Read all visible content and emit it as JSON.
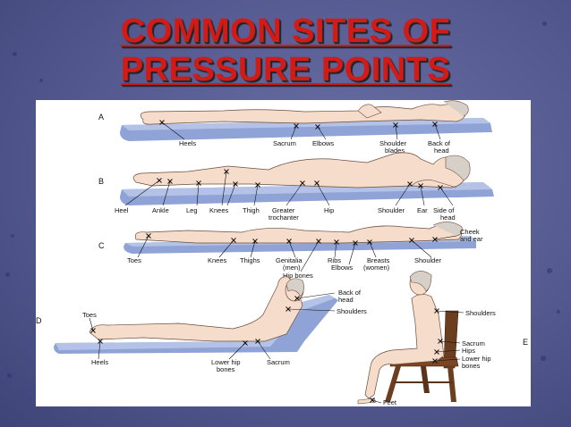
{
  "slide": {
    "title_line1": "COMMON SITES OF",
    "title_line2": "PRESSURE POINTS"
  },
  "panels": {
    "a": {
      "letter": "A",
      "labels": {
        "heels": "Heels",
        "sacrum": "Sacrum",
        "elbows": "Elbows",
        "shoulder1": "Shoulder",
        "shoulder2": "blades",
        "back1": "Back of",
        "back2": "head"
      }
    },
    "b": {
      "letter": "B",
      "labels": {
        "heel": "Heel",
        "ankle": "Ankle",
        "leg": "Leg",
        "knees": "Knees",
        "thigh": "Thigh",
        "troch1": "Greater",
        "troch2": "trochanter",
        "hip": "Hip",
        "shoulder": "Shoulder",
        "ear": "Ear",
        "side1": "Side of",
        "side2": "head"
      }
    },
    "c": {
      "letter": "C",
      "labels": {
        "toes": "Toes",
        "knees": "Knees",
        "thighs": "Thighs",
        "gen1": "Genitalia",
        "gen2": "(men)",
        "ribs": "Ribs",
        "breasts1": "Breasts",
        "breasts2": "(women)",
        "shoulder": "Shoulder",
        "cheek1": "Cheek",
        "cheek2": "and ear",
        "elbows": "Elbows",
        "hipbones": "Hip bones"
      }
    },
    "d": {
      "letter": "D",
      "labels": {
        "toes": "Toes",
        "heels": "Heels",
        "lowhip1": "Lower hip",
        "lowhip2": "bones",
        "sacrum": "Sacrum",
        "back1": "Back of",
        "back2": "head",
        "shoulders": "Shoulders"
      }
    },
    "e": {
      "letter": "E",
      "labels": {
        "shoulders": "Shoulders",
        "sacrum": "Sacrum",
        "hips": "Hips",
        "lowhip1": "Lower hip",
        "lowhip2": "bones",
        "feet": "Feet"
      }
    }
  },
  "colors": {
    "title": "#d21a16",
    "mattress": "#8fa3d6",
    "skin": "#f6dccb",
    "background": "#565b92"
  }
}
